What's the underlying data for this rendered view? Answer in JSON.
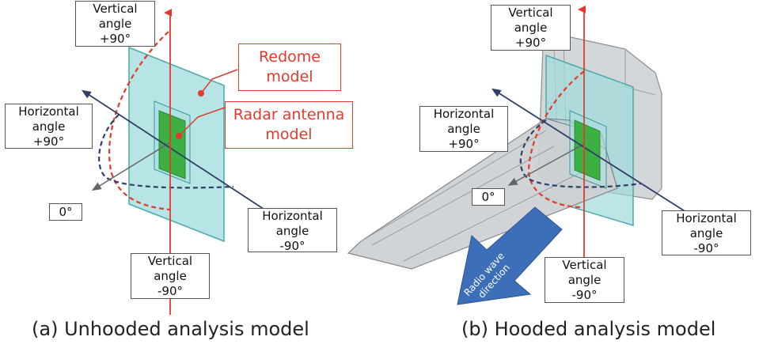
{
  "panel_a": {
    "vertical_top": [
      "Vertical",
      "angle",
      "+90°"
    ],
    "vertical_bottom": [
      "Vertical",
      "angle",
      "-90°"
    ],
    "horizontal_left": [
      "Horizontal",
      "angle",
      "+90°"
    ],
    "horizontal_right": [
      "Horizontal",
      "angle",
      "-90°"
    ],
    "zero": "0°",
    "redome_label": [
      "Redome",
      "model"
    ],
    "antenna_label": [
      "Radar antenna",
      "model"
    ],
    "caption": "(a) Unhooded analysis model"
  },
  "panel_b": {
    "vertical_top": [
      "Vertical",
      "angle",
      "+90°"
    ],
    "vertical_bottom": [
      "Vertical",
      "angle",
      "-90°"
    ],
    "horizontal_left": [
      "Horizontal",
      "angle",
      "+90°"
    ],
    "horizontal_right": [
      "Horizontal",
      "angle",
      "-90°"
    ],
    "zero": "0°",
    "radio_wave": [
      "Radio wave",
      "direction"
    ],
    "caption": "(b) Hooded analysis model"
  },
  "colors": {
    "axis_red": "#e23b2e",
    "axis_navy": "#2f3f66",
    "redome_fill": "#7ecfcf",
    "antenna_green": "#3cb043",
    "hood_gray": "#cfd2d6",
    "arrow_blue": "#3d6fb8"
  }
}
